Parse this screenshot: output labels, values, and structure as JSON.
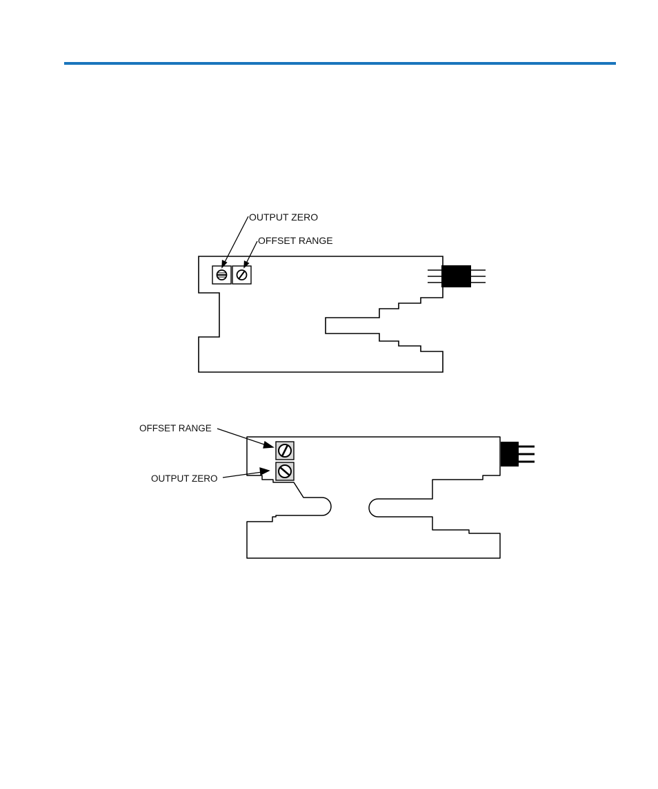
{
  "colors": {
    "header_rule": "#1a75bc",
    "line": "#000000",
    "pot_fill": "#d9d9d9",
    "connector": "#000000"
  },
  "figure_top": {
    "labels": {
      "output_zero": "OUTPUT ZERO",
      "offset_range": "OFFSET RANGE"
    }
  },
  "figure_bottom": {
    "labels": {
      "offset_range": "OFFSET RANGE",
      "output_zero": "OUTPUT ZERO"
    }
  }
}
